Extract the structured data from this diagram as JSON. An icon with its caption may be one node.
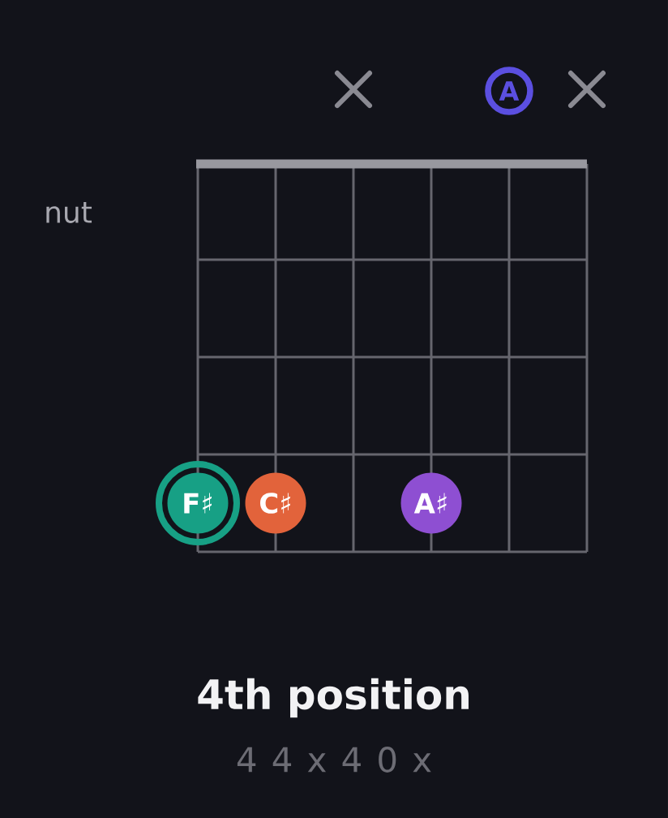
{
  "diagram": {
    "caption": "4th position",
    "nodes": [
      {
        "text": [
          "A"
        ]
      },
      {
        "text": [
          "F♯"
        ]
      },
      {
        "text": [
          "C♯"
        ]
      },
      {
        "text": [
          "A♯"
        ]
      }
    ],
    "labels": [
      "nut",
      "4 4 x 4 0 x"
    ]
  }
}
